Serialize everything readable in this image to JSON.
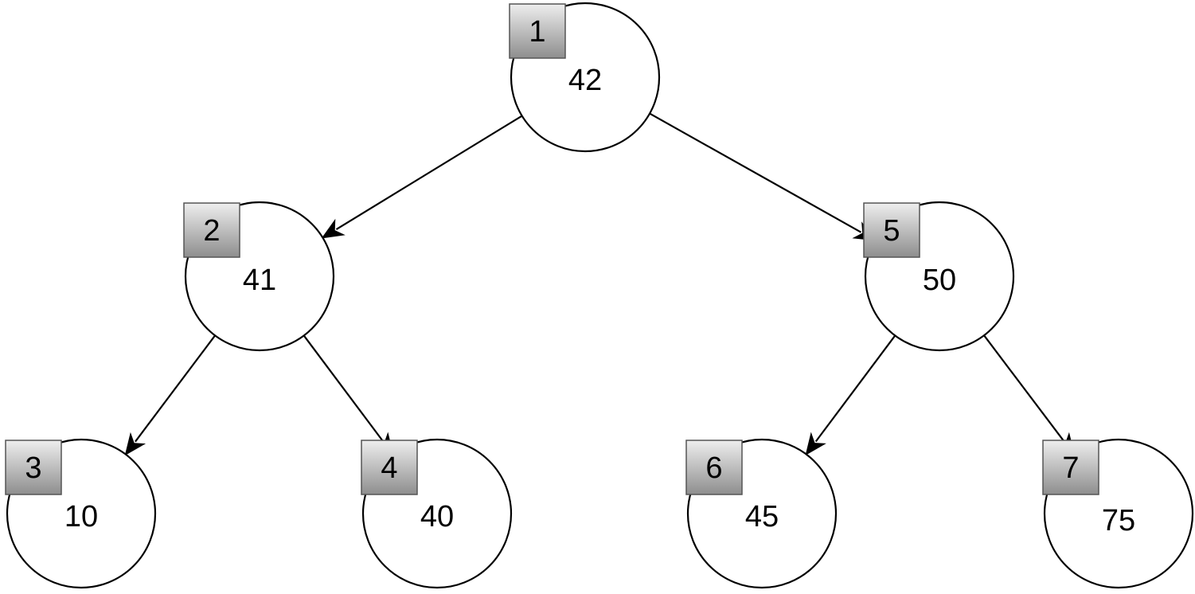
{
  "tree": {
    "nodes": [
      {
        "id": "n1",
        "index": "1",
        "value": "42"
      },
      {
        "id": "n2",
        "index": "2",
        "value": "41"
      },
      {
        "id": "n3",
        "index": "3",
        "value": "10"
      },
      {
        "id": "n4",
        "index": "4",
        "value": "40"
      },
      {
        "id": "n5",
        "index": "5",
        "value": "50"
      },
      {
        "id": "n6",
        "index": "6",
        "value": "45"
      },
      {
        "id": "n7",
        "index": "7",
        "value": "75"
      }
    ],
    "edges": [
      {
        "from": "n1",
        "to": "n2"
      },
      {
        "from": "n1",
        "to": "n5"
      },
      {
        "from": "n2",
        "to": "n3"
      },
      {
        "from": "n2",
        "to": "n4"
      },
      {
        "from": "n5",
        "to": "n6"
      },
      {
        "from": "n5",
        "to": "n7"
      }
    ]
  },
  "colors": {
    "index_box_gradient_start": "#eeeeee",
    "index_box_gradient_end": "#8e8e8e",
    "stroke": "#000000"
  }
}
